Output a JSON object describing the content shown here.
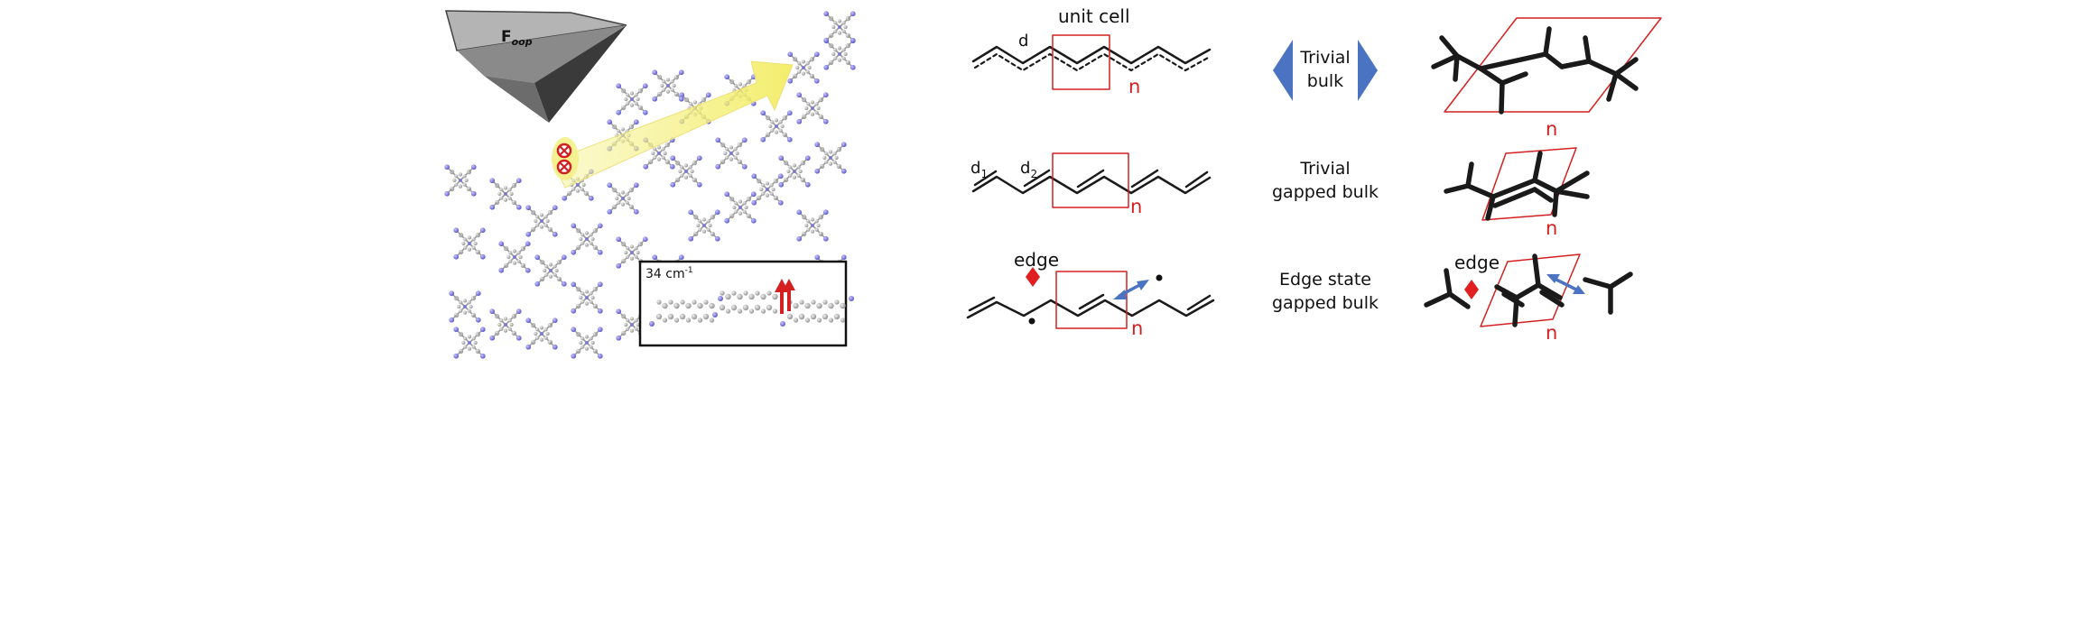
{
  "left_panel": {
    "tip_label": "F",
    "tip_label_sub": "oop",
    "inset_label": "34 cm",
    "inset_label_sup": "-1"
  },
  "chain_panel": {
    "d_label": "d",
    "unit_cell_label": "unit cell",
    "n_label": "n",
    "d1_label": "d",
    "d1_sub": "1",
    "d2_label": "d",
    "d2_sub": "2",
    "edge_label": "edge"
  },
  "middle_labels": {
    "row1_line1": "Trivial",
    "row1_line2": "bulk",
    "row2_line1": "Trivial",
    "row2_line2": "gapped bulk",
    "row3_line1": "Edge state",
    "row3_line2": "gapped bulk"
  },
  "lattice_panel": {
    "n_label": "n",
    "edge_label": "edge"
  },
  "colors": {
    "cell_red": "#d42020",
    "arrow_blue": "#4a73c2",
    "bond_black": "#1a1a1a",
    "nitrogen_blue": "#7a78d6",
    "highlight_yellow": "#f4f08a"
  }
}
